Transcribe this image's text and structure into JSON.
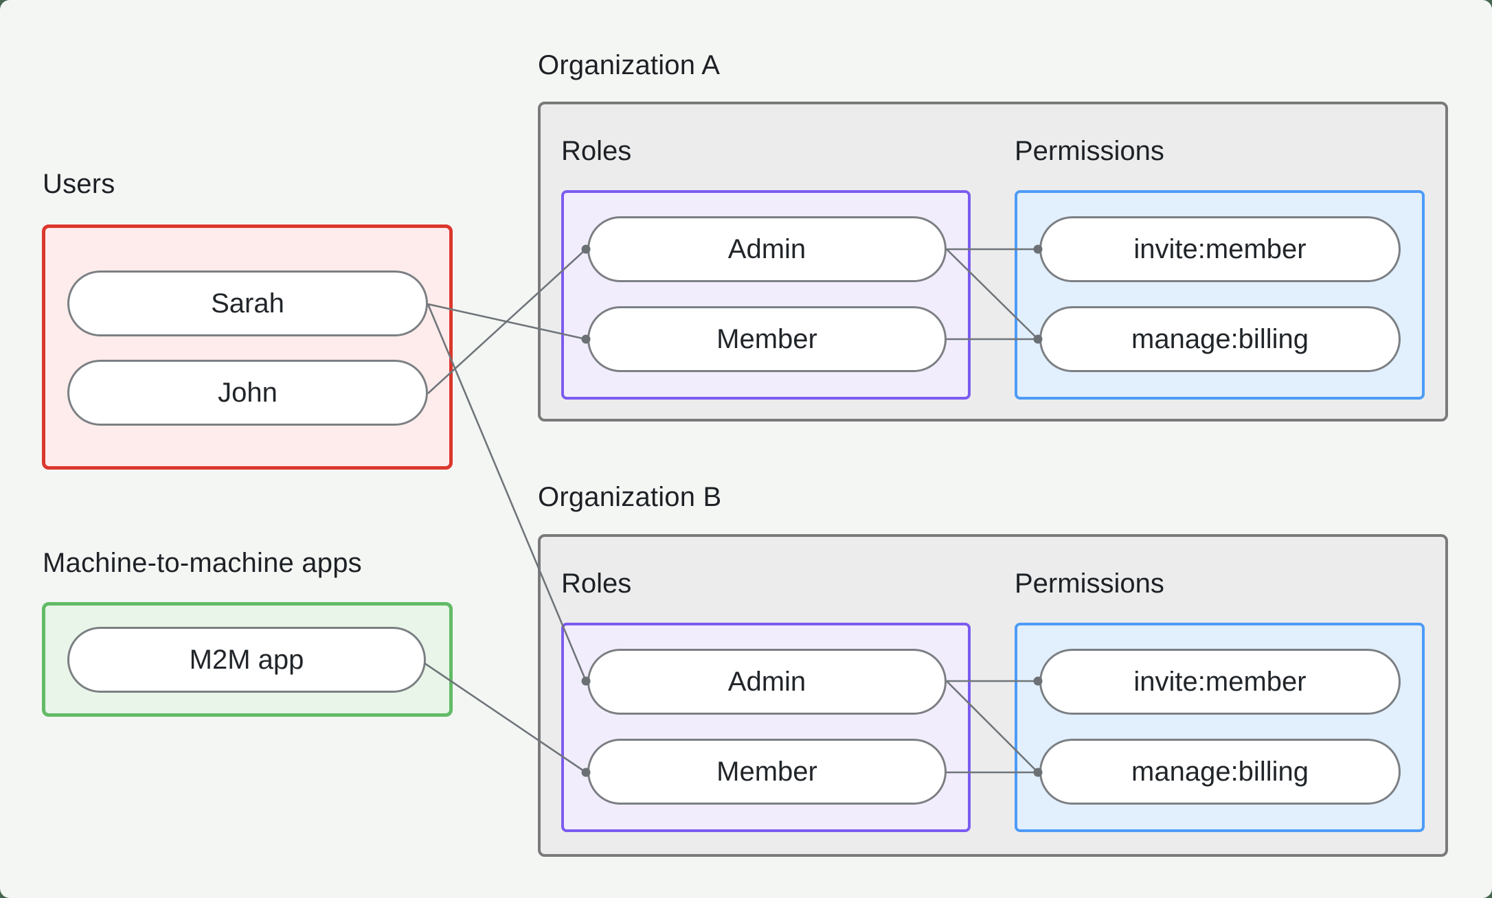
{
  "diagram": {
    "users": {
      "label": "Users",
      "nodes": [
        {
          "id": "sarah",
          "label": "Sarah"
        },
        {
          "id": "john",
          "label": "John"
        }
      ]
    },
    "m2m": {
      "label": "Machine-to-machine apps",
      "nodes": [
        {
          "id": "m2m_app",
          "label": "M2M app"
        }
      ]
    },
    "orgA": {
      "label": "Organization A",
      "roles": {
        "label": "Roles",
        "nodes": [
          {
            "id": "orgA.admin",
            "label": "Admin"
          },
          {
            "id": "orgA.member",
            "label": "Member"
          }
        ]
      },
      "permissions": {
        "label": "Permissions",
        "nodes": [
          {
            "id": "orgA.invite_member",
            "label": "invite:member"
          },
          {
            "id": "orgA.manage_billing",
            "label": "manage:billing"
          }
        ]
      }
    },
    "orgB": {
      "label": "Organization B",
      "roles": {
        "label": "Roles",
        "nodes": [
          {
            "id": "orgB.admin",
            "label": "Admin"
          },
          {
            "id": "orgB.member",
            "label": "Member"
          }
        ]
      },
      "permissions": {
        "label": "Permissions",
        "nodes": [
          {
            "id": "orgB.invite_member",
            "label": "invite:member"
          },
          {
            "id": "orgB.manage_billing",
            "label": "manage:billing"
          }
        ]
      }
    },
    "edges": [
      {
        "from": "sarah",
        "to": "orgA.member"
      },
      {
        "from": "john",
        "to": "orgA.admin"
      },
      {
        "from": "sarah",
        "to": "orgB.admin"
      },
      {
        "from": "m2m_app",
        "to": "orgB.member"
      },
      {
        "from": "orgA.admin",
        "to": "orgA.invite_member"
      },
      {
        "from": "orgA.admin",
        "to": "orgA.manage_billing"
      },
      {
        "from": "orgA.member",
        "to": "orgA.manage_billing"
      },
      {
        "from": "orgB.admin",
        "to": "orgB.invite_member"
      },
      {
        "from": "orgB.admin",
        "to": "orgB.manage_billing"
      },
      {
        "from": "orgB.member",
        "to": "orgB.manage_billing"
      }
    ],
    "colors": {
      "page_background": "#f4f6f4",
      "backdrop": "#46654f",
      "users_border": "#db372d",
      "users_fill": "#fdeceb",
      "m2m_border": "#62bb66",
      "m2m_fill": "#e8f5e8",
      "org_border": "#7a7a7a",
      "org_fill": "#ececec",
      "roles_border": "#7b5bf0",
      "roles_fill": "#f2edfc",
      "permissions_border": "#4d9bf7",
      "permissions_fill": "#e2effc",
      "pill_border": "#7b7f83",
      "connector_line": "#6f757a",
      "connector_dot": "#6b7075",
      "text": "#1d2125"
    }
  }
}
